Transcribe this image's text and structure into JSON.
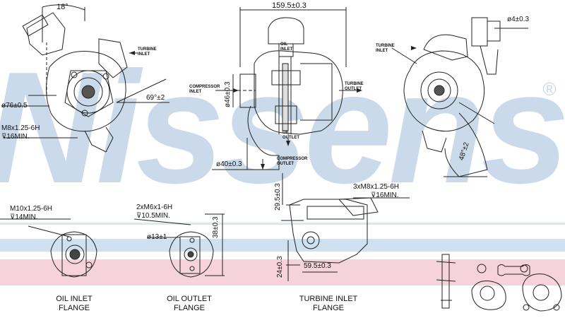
{
  "brand": {
    "watermark_text": "Nissens",
    "registered_mark": "®",
    "colors": {
      "watermark": "#c9d9ea",
      "band_pink": "#f6d3da",
      "band_blue": "#cfe0ef"
    }
  },
  "dimensions": {
    "angle_top": "18°",
    "width_top": "159.5±0.3",
    "diam_4": "ø4±0.3",
    "diam_76": "ø76±0.5",
    "angle_69": "69°±2",
    "diam_46": "ø46±0.3",
    "diam_40": "ø40±0.3",
    "angle_48": "48°±2",
    "height_29": "29.5±0.3",
    "width_59": "59.5±0.3",
    "height_24": "24±0.3",
    "height_38": "38±0.3",
    "diam_13": "ø13±1"
  },
  "threads": {
    "m8_line1": "M8x1.25-6H",
    "m8_line2": "⊽16MIN.",
    "m10_line1": "M10x1.25-6H",
    "m10_line2": "⊽14MIN.",
    "m6_line1": "2xM6x1-6H",
    "m6_line2": "⊽10.5MIN.",
    "m8x3_line1": "3xM8x1.25-6H",
    "m8x3_line2": "⊽16MIN."
  },
  "callouts": {
    "turbine_inlet_left": "TURBINE\nINLET",
    "oil_inlet": "OIL\nINLET",
    "compressor_inlet": "COMPRESSOR\nINLET",
    "turbine_outlet": "TURBINE\nOUTLET",
    "oil_outlet": "OIL\nOUTLET",
    "compressor_outlet": "COMPRESSOR\nOUTLET",
    "turbine_inlet_right": "TURBINE\nINLET"
  },
  "captions": {
    "oil_inlet_flange": "OIL INLET\nFLANGE",
    "oil_outlet_flange": "OIL OUTLET\nFLANGE",
    "turbine_inlet_flange": "TURBINE INLET\nFLANGE"
  }
}
